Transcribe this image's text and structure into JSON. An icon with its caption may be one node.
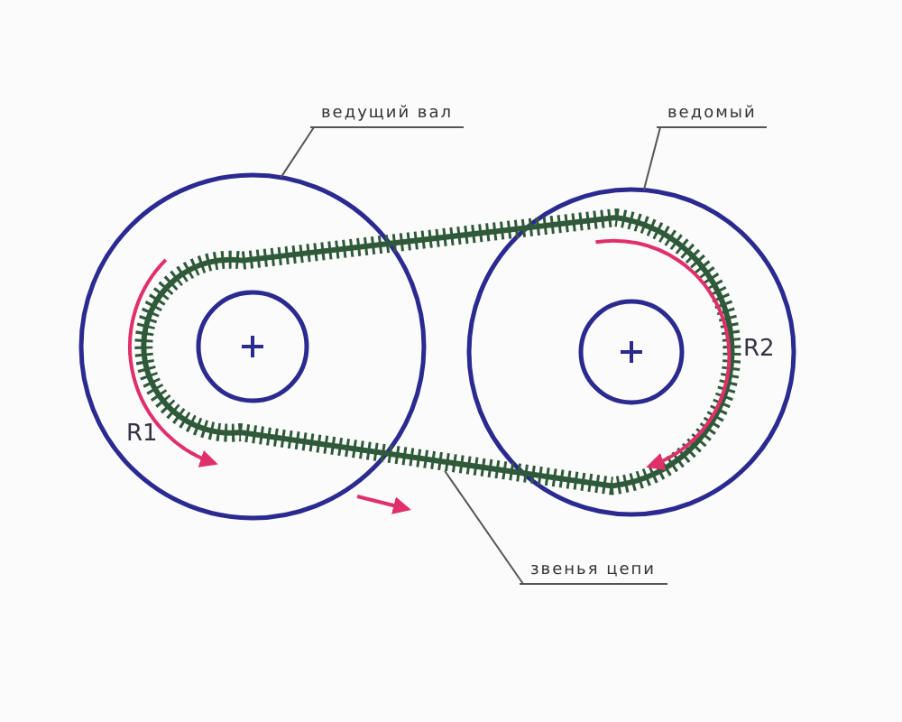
{
  "diagram": {
    "nodes": [
      {
        "text": [
          "ведущий вал"
        ]
      },
      {
        "text": [
          "ведомый"
        ]
      },
      {
        "text": [
          "звенья цепи"
        ]
      },
      {
        "text": [],
        "shape": "circle"
      },
      {
        "text": [],
        "shape": "circle"
      },
      {
        "text": [],
        "shape": "chain"
      }
    ],
    "edges": [
      {
        "from": 0,
        "to": 3,
        "arrow": "none"
      },
      {
        "from": 1,
        "to": 4,
        "arrow": "none"
      },
      {
        "from": 2,
        "to": 5,
        "arrow": "none"
      }
    ],
    "labels": [
      "R1",
      "R2"
    ]
  }
}
